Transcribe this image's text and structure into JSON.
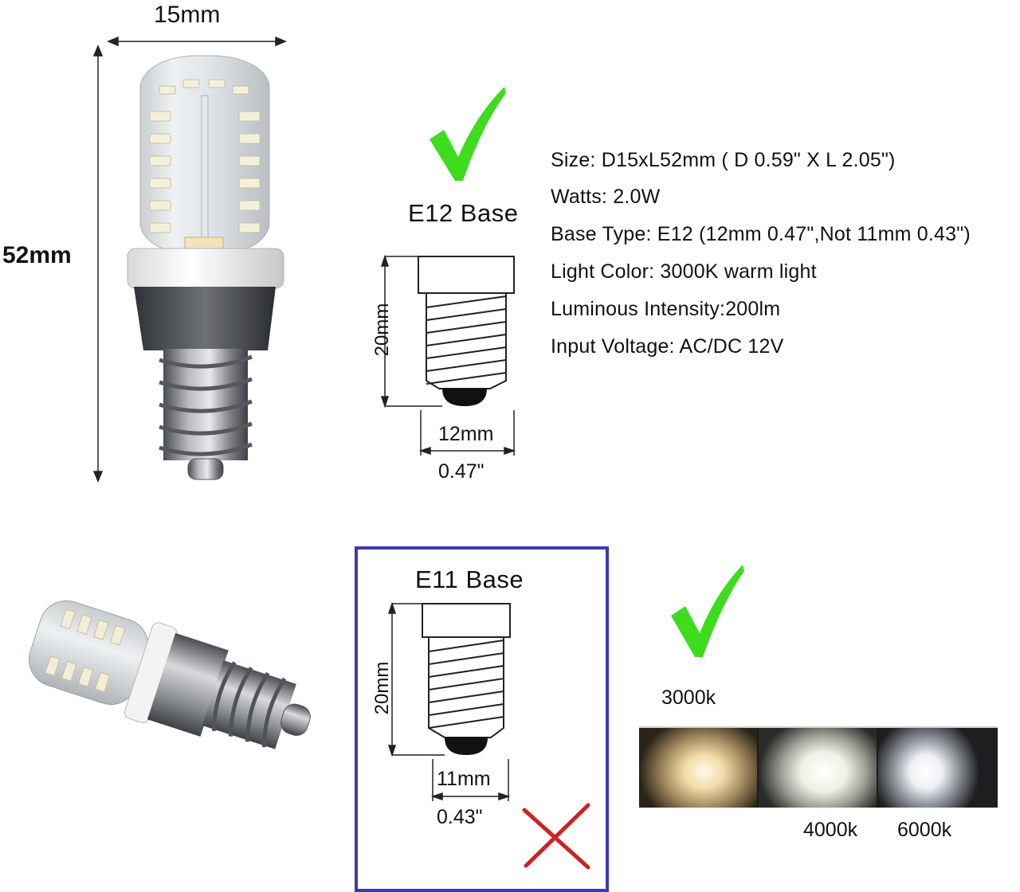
{
  "top_bulb": {
    "width_label": "15mm",
    "height_label": "52mm"
  },
  "e12": {
    "title": "E12 Base",
    "height_label": "20mm",
    "width_mm_label": "12mm",
    "width_in_label": "0.47\""
  },
  "specs": [
    "Size: D15xL52mm ( D 0.59\" X L 2.05\")",
    "Watts: 2.0W",
    "Base Type: E12 (12mm 0.47\",Not 11mm 0.43\")",
    "Light Color: 3000K warm light",
    "Luminous Intensity:200lm",
    "Input Voltage: AC/DC 12V"
  ],
  "e11": {
    "title": "E11 Base",
    "height_label": "20mm",
    "width_mm_label": "11mm",
    "width_in_label": "0.43\""
  },
  "color_temps": {
    "warm_label": "3000k",
    "neutral_label": "4000k",
    "cool_label": "6000k"
  },
  "colors": {
    "check_green": "#3ddc1c",
    "cross_red": "#d02020",
    "frame_blue": "#3a3ab8"
  },
  "icons": [
    "check-icon",
    "check-icon",
    "cross-icon"
  ]
}
